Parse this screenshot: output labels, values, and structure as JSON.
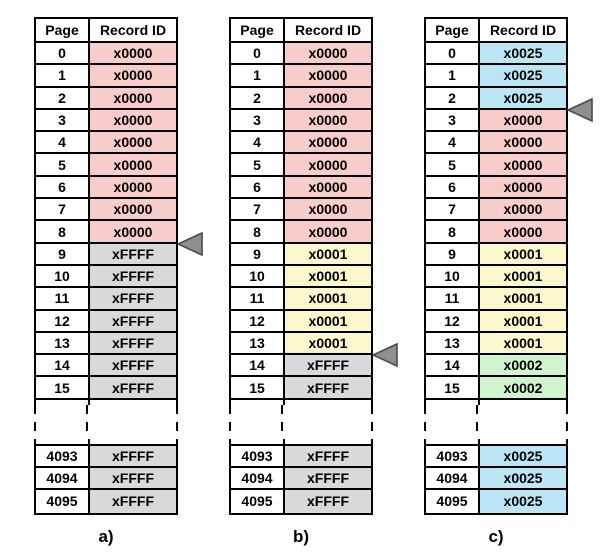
{
  "columns": {
    "page": "Page",
    "record": "Record ID"
  },
  "colors": {
    "pink": "#f7cccb",
    "gray": "#d9d9d9",
    "yellow": "#fbf8cd",
    "blue": "#bce5f6",
    "green": "#cff4ce",
    "arrow_fill": "#8f8f8f",
    "arrow_stroke": "#4a4a4a",
    "border": "#000000"
  },
  "tables": [
    {
      "id": "a",
      "label": "a)",
      "arrow_after_row": 8,
      "rows": [
        {
          "page": "0",
          "record": "x0000",
          "fill": "pink"
        },
        {
          "page": "1",
          "record": "x0000",
          "fill": "pink"
        },
        {
          "page": "2",
          "record": "x0000",
          "fill": "pink"
        },
        {
          "page": "3",
          "record": "x0000",
          "fill": "pink"
        },
        {
          "page": "4",
          "record": "x0000",
          "fill": "pink"
        },
        {
          "page": "5",
          "record": "x0000",
          "fill": "pink"
        },
        {
          "page": "6",
          "record": "x0000",
          "fill": "pink"
        },
        {
          "page": "7",
          "record": "x0000",
          "fill": "pink"
        },
        {
          "page": "8",
          "record": "x0000",
          "fill": "pink"
        },
        {
          "page": "9",
          "record": "xFFFF",
          "fill": "gray"
        },
        {
          "page": "10",
          "record": "xFFFF",
          "fill": "gray"
        },
        {
          "page": "11",
          "record": "xFFFF",
          "fill": "gray"
        },
        {
          "page": "12",
          "record": "xFFFF",
          "fill": "gray"
        },
        {
          "page": "13",
          "record": "xFFFF",
          "fill": "gray"
        },
        {
          "page": "14",
          "record": "xFFFF",
          "fill": "gray"
        },
        {
          "page": "15",
          "record": "xFFFF",
          "fill": "gray"
        }
      ],
      "tail_rows": [
        {
          "page": "4093",
          "record": "xFFFF",
          "fill": "gray"
        },
        {
          "page": "4094",
          "record": "xFFFF",
          "fill": "gray"
        },
        {
          "page": "4095",
          "record": "xFFFF",
          "fill": "gray"
        }
      ]
    },
    {
      "id": "b",
      "label": "b)",
      "arrow_after_row": 13,
      "rows": [
        {
          "page": "0",
          "record": "x0000",
          "fill": "pink"
        },
        {
          "page": "1",
          "record": "x0000",
          "fill": "pink"
        },
        {
          "page": "2",
          "record": "x0000",
          "fill": "pink"
        },
        {
          "page": "3",
          "record": "x0000",
          "fill": "pink"
        },
        {
          "page": "4",
          "record": "x0000",
          "fill": "pink"
        },
        {
          "page": "5",
          "record": "x0000",
          "fill": "pink"
        },
        {
          "page": "6",
          "record": "x0000",
          "fill": "pink"
        },
        {
          "page": "7",
          "record": "x0000",
          "fill": "pink"
        },
        {
          "page": "8",
          "record": "x0000",
          "fill": "pink"
        },
        {
          "page": "9",
          "record": "x0001",
          "fill": "yellow"
        },
        {
          "page": "10",
          "record": "x0001",
          "fill": "yellow"
        },
        {
          "page": "11",
          "record": "x0001",
          "fill": "yellow"
        },
        {
          "page": "12",
          "record": "x0001",
          "fill": "yellow"
        },
        {
          "page": "13",
          "record": "x0001",
          "fill": "yellow"
        },
        {
          "page": "14",
          "record": "xFFFF",
          "fill": "gray"
        },
        {
          "page": "15",
          "record": "xFFFF",
          "fill": "gray"
        }
      ],
      "tail_rows": [
        {
          "page": "4093",
          "record": "xFFFF",
          "fill": "gray"
        },
        {
          "page": "4094",
          "record": "xFFFF",
          "fill": "gray"
        },
        {
          "page": "4095",
          "record": "xFFFF",
          "fill": "gray"
        }
      ]
    },
    {
      "id": "c",
      "label": "c)",
      "arrow_after_row": 2,
      "rows": [
        {
          "page": "0",
          "record": "x0025",
          "fill": "blue"
        },
        {
          "page": "1",
          "record": "x0025",
          "fill": "blue"
        },
        {
          "page": "2",
          "record": "x0025",
          "fill": "blue"
        },
        {
          "page": "3",
          "record": "x0000",
          "fill": "pink"
        },
        {
          "page": "4",
          "record": "x0000",
          "fill": "pink"
        },
        {
          "page": "5",
          "record": "x0000",
          "fill": "pink"
        },
        {
          "page": "6",
          "record": "x0000",
          "fill": "pink"
        },
        {
          "page": "7",
          "record": "x0000",
          "fill": "pink"
        },
        {
          "page": "8",
          "record": "x0000",
          "fill": "pink"
        },
        {
          "page": "9",
          "record": "x0001",
          "fill": "yellow"
        },
        {
          "page": "10",
          "record": "x0001",
          "fill": "yellow"
        },
        {
          "page": "11",
          "record": "x0001",
          "fill": "yellow"
        },
        {
          "page": "12",
          "record": "x0001",
          "fill": "yellow"
        },
        {
          "page": "13",
          "record": "x0001",
          "fill": "yellow"
        },
        {
          "page": "14",
          "record": "x0002",
          "fill": "green"
        },
        {
          "page": "15",
          "record": "x0002",
          "fill": "green"
        }
      ],
      "tail_rows": [
        {
          "page": "4093",
          "record": "x0025",
          "fill": "blue"
        },
        {
          "page": "4094",
          "record": "x0025",
          "fill": "blue"
        },
        {
          "page": "4095",
          "record": "x0025",
          "fill": "blue"
        }
      ]
    }
  ]
}
